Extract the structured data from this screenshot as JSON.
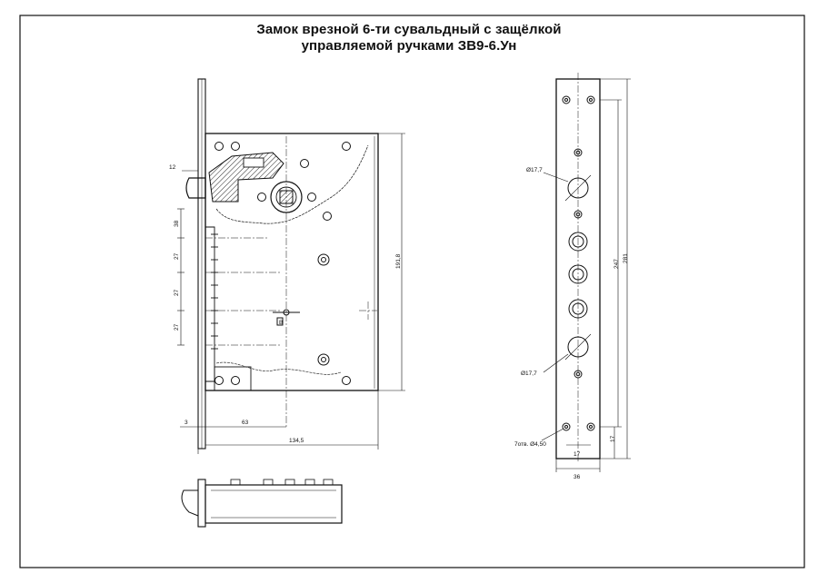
{
  "title": {
    "line1": "Замок врезной 6-ти сувальдный   с защёлкой",
    "line2": "управляемой ручками  ЗВ9-6.Ун"
  },
  "front_view": {
    "dim_12": "12",
    "dim_38": "38",
    "dim_27_a": "27",
    "dim_27_b": "27",
    "dim_27_c": "27",
    "dim_191_8": "191,8",
    "dim_3": "3",
    "dim_63": "63",
    "dim_134_5": "134,5",
    "mark_b": "B"
  },
  "faceplate_view": {
    "dia_top": "Ø17,7",
    "dia_bottom": "Ø17,7",
    "holes_note": "7отв. Ø4,50",
    "dim_247": "247",
    "dim_281": "281",
    "dim_17_v": "17",
    "dim_17_h": "17",
    "dim_36": "36"
  }
}
